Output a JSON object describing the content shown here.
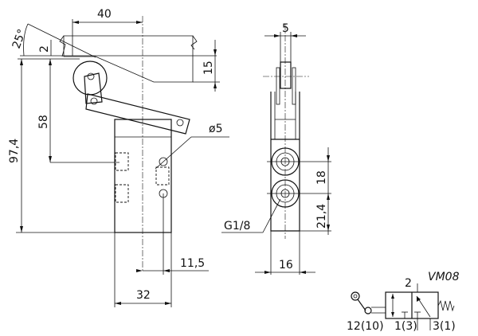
{
  "front_view": {
    "dim_width_top": "40",
    "dim_angle": "25°",
    "dim_gap": "2",
    "dim_overall_height": "97,4",
    "dim_port_height": "58",
    "dim_hole_diameter": "ø5",
    "dim_cam_thickness": "15",
    "dim_hole_offset": "11,5",
    "dim_body_width": "32"
  },
  "side_view": {
    "dim_roller_width": "5",
    "dim_port_spacing": "18",
    "dim_port_bottom": "21,4",
    "port_thread": "G1/8",
    "dim_body_depth": "16"
  },
  "symbol": {
    "model": "VM08",
    "port_2": "2",
    "port_12": "12(10)",
    "port_1": "1(3)",
    "port_3": "3(1)"
  }
}
